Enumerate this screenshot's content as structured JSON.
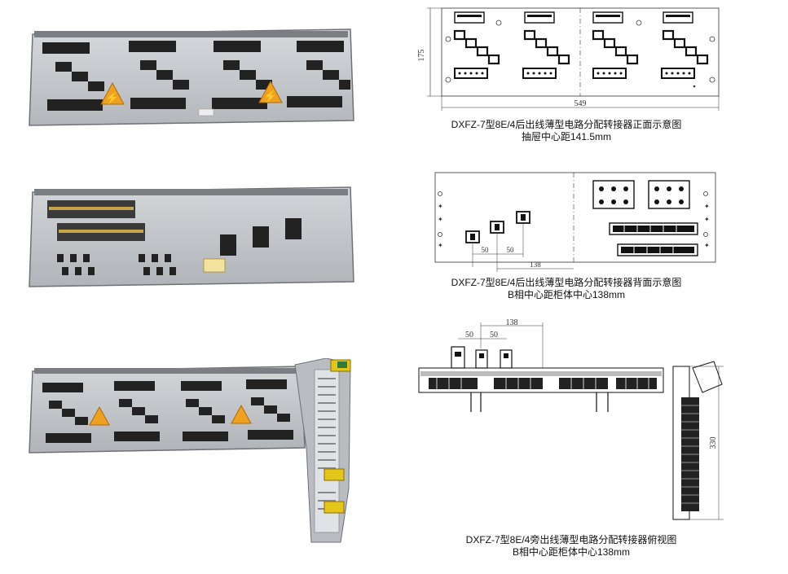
{
  "sections": [
    {
      "caption_line1": "DXFZ-7型8E/4后出线薄型电路分配转接器正面示意图",
      "caption_line2": "抽屉中心距141.5mm",
      "dims": {
        "height": "175",
        "width": "549"
      }
    },
    {
      "caption_line1": "DXFZ-7型8E/4后出线薄型电路分配转接器背面示意图",
      "caption_line2": "B相中心距柜体中心138mm",
      "dims": {
        "pitch_a": "50",
        "pitch_b": "50",
        "offset": "138"
      }
    },
    {
      "caption_line1": "DXFZ-7型8E/4旁出线薄型电路分配转接器俯视图",
      "caption_line2": "B相中心距柜体中心138mm",
      "dims": {
        "pitch_a": "50",
        "pitch_b": "50",
        "offset": "138",
        "side_height": "330"
      }
    }
  ],
  "colors": {
    "warning": "#f0a020",
    "terminal_green": "#2d7a3a",
    "terminal_yellow": "#e3c419",
    "panel": "#c9ccd0"
  }
}
